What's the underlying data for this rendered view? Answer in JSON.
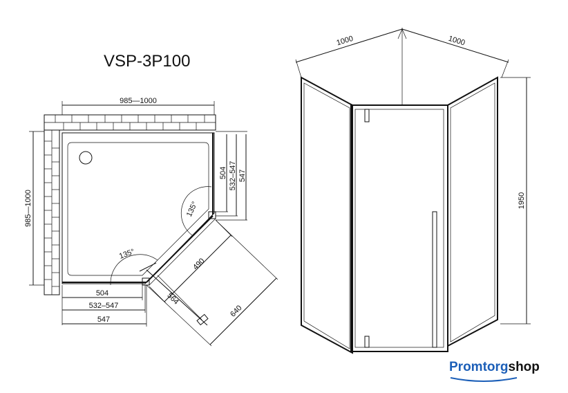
{
  "title": "VSP-3P100",
  "plan": {
    "top_width": "985—1000",
    "side_height": "985—1000",
    "right_504": "504",
    "right_532": "532–547",
    "right_547": "547",
    "bottom_504": "504",
    "bottom_532": "532–547",
    "bottom_547": "547",
    "angle_top": "135°",
    "angle_bottom": "135°",
    "diag_490": "490",
    "diag_564": "564",
    "diag_640": "640"
  },
  "elevation": {
    "width_left": "1000",
    "width_right": "1000",
    "height": "1950"
  },
  "brand": {
    "main": "Promtorg",
    "suffix": "shop"
  }
}
